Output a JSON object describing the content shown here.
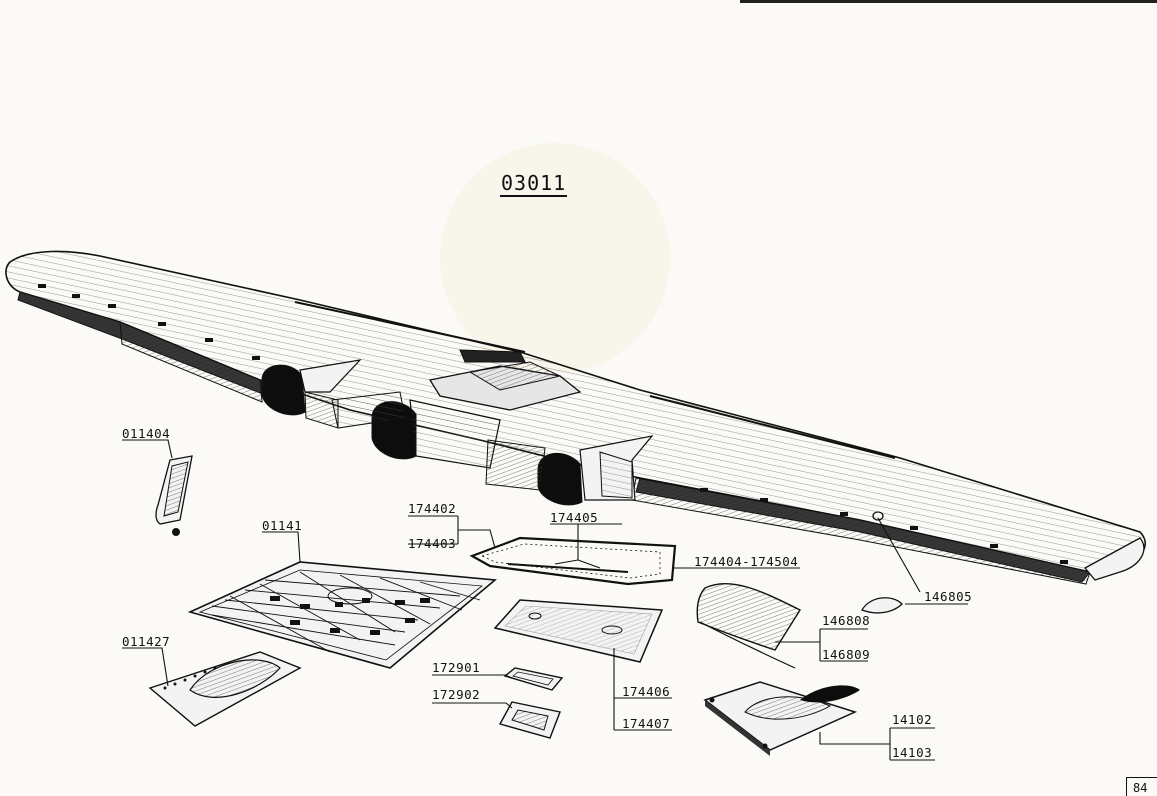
{
  "drawing_number": "03011",
  "page_number": "84",
  "part_labels": {
    "p011404": "011404",
    "p01141": "01141",
    "p011427": "011427",
    "p174402": "174402",
    "p174403": "174403",
    "p174405": "174405",
    "p174404_174504": "174404-174504",
    "p146805": "146805",
    "p146808": "146808",
    "p146809": "146809",
    "p172901": "172901",
    "p172902": "172902",
    "p174406": "174406",
    "p174407": "174407",
    "p14102": "14102",
    "p14103": "14103"
  },
  "colors": {
    "ink": "#111111",
    "paper": "#fbfaf7",
    "shade": "#8a8a8a"
  }
}
